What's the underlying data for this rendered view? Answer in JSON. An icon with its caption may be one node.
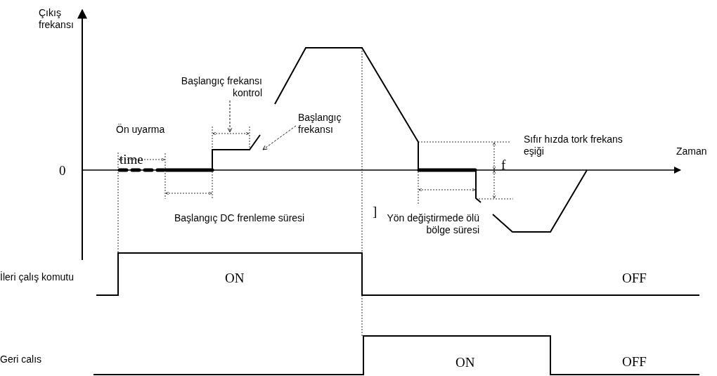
{
  "diagram": {
    "nodes": [
      {
        "text": [
          "Başlangıç frekansı kontrol"
        ]
      },
      {
        "text": [
          "Başlangıç frekansı"
        ]
      }
    ],
    "edges": [
      {
        "from": 0,
        "to": null,
        "arrow": "to",
        "style": "dashed"
      },
      {
        "from": 1,
        "to": null,
        "arrow": "to",
        "style": "dashed"
      }
    ],
    "labels": [
      "Çıkış frekansı",
      "Ön uyarma",
      "time",
      "Zaman",
      "0",
      "f",
      "Sıfır hızda tork frekans eşiği",
      "Başlangıç DC frenleme süresi",
      "]",
      "Yön değiştirmede ölü bölge süresi",
      "İleri çalış komutu",
      "ON",
      "OFF",
      "Geri calıs",
      "ON",
      "OFF"
    ]
  }
}
